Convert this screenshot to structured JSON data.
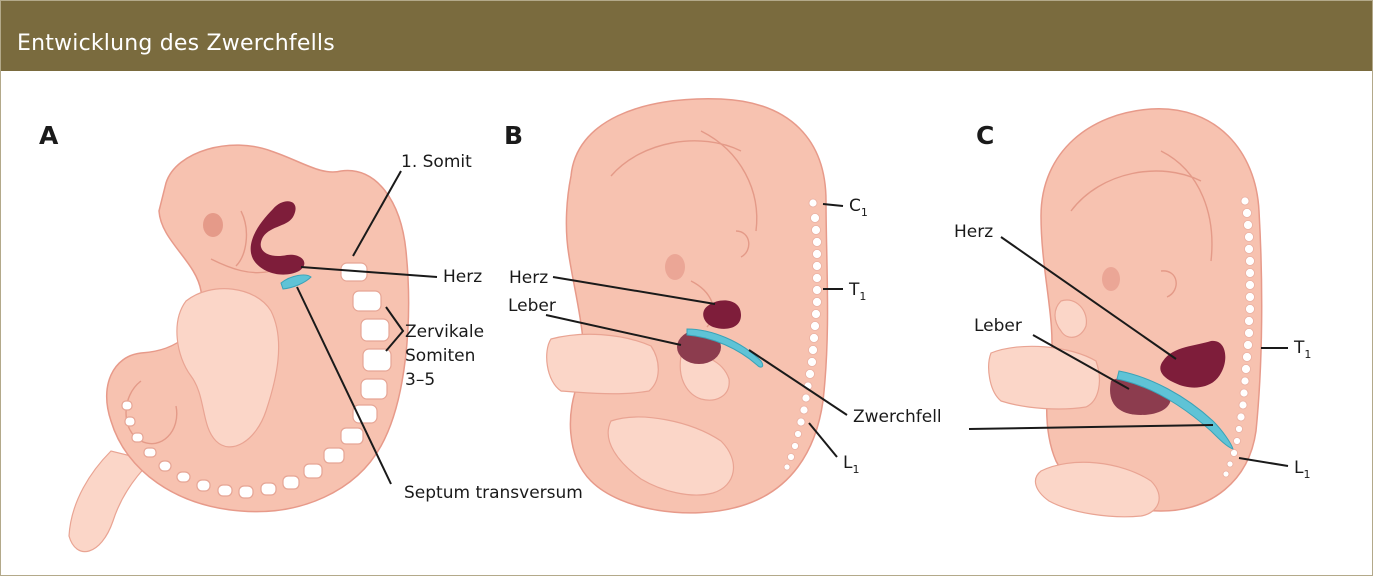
{
  "header": {
    "title": "Entwicklung des Zwerchfells"
  },
  "panels": {
    "a": {
      "letter": "A",
      "somite_1": "1. Somit",
      "herz": "Herz",
      "cervical_line1": "Zervikale",
      "cervical_line2": "Somiten",
      "cervical_line3": "3–5",
      "septum": "Septum transversum"
    },
    "b": {
      "letter": "B",
      "c1_main": "C",
      "c1_sub": "1",
      "t1_main": "T",
      "t1_sub": "1",
      "l1_main": "L",
      "l1_sub": "1",
      "herz": "Herz",
      "leber": "Leber",
      "zwerchfell": "Zwerchfell"
    },
    "c": {
      "letter": "C",
      "herz": "Herz",
      "leber": "Leber",
      "t1_main": "T",
      "t1_sub": "1",
      "l1_main": "L",
      "l1_sub": "1"
    }
  },
  "colors": {
    "header": "#7a6b3e",
    "embryo": "#f7c2b0",
    "heart": "#7e1d3a",
    "liver": "#8c3c4e",
    "diaphragm": "#5fc3d6"
  }
}
